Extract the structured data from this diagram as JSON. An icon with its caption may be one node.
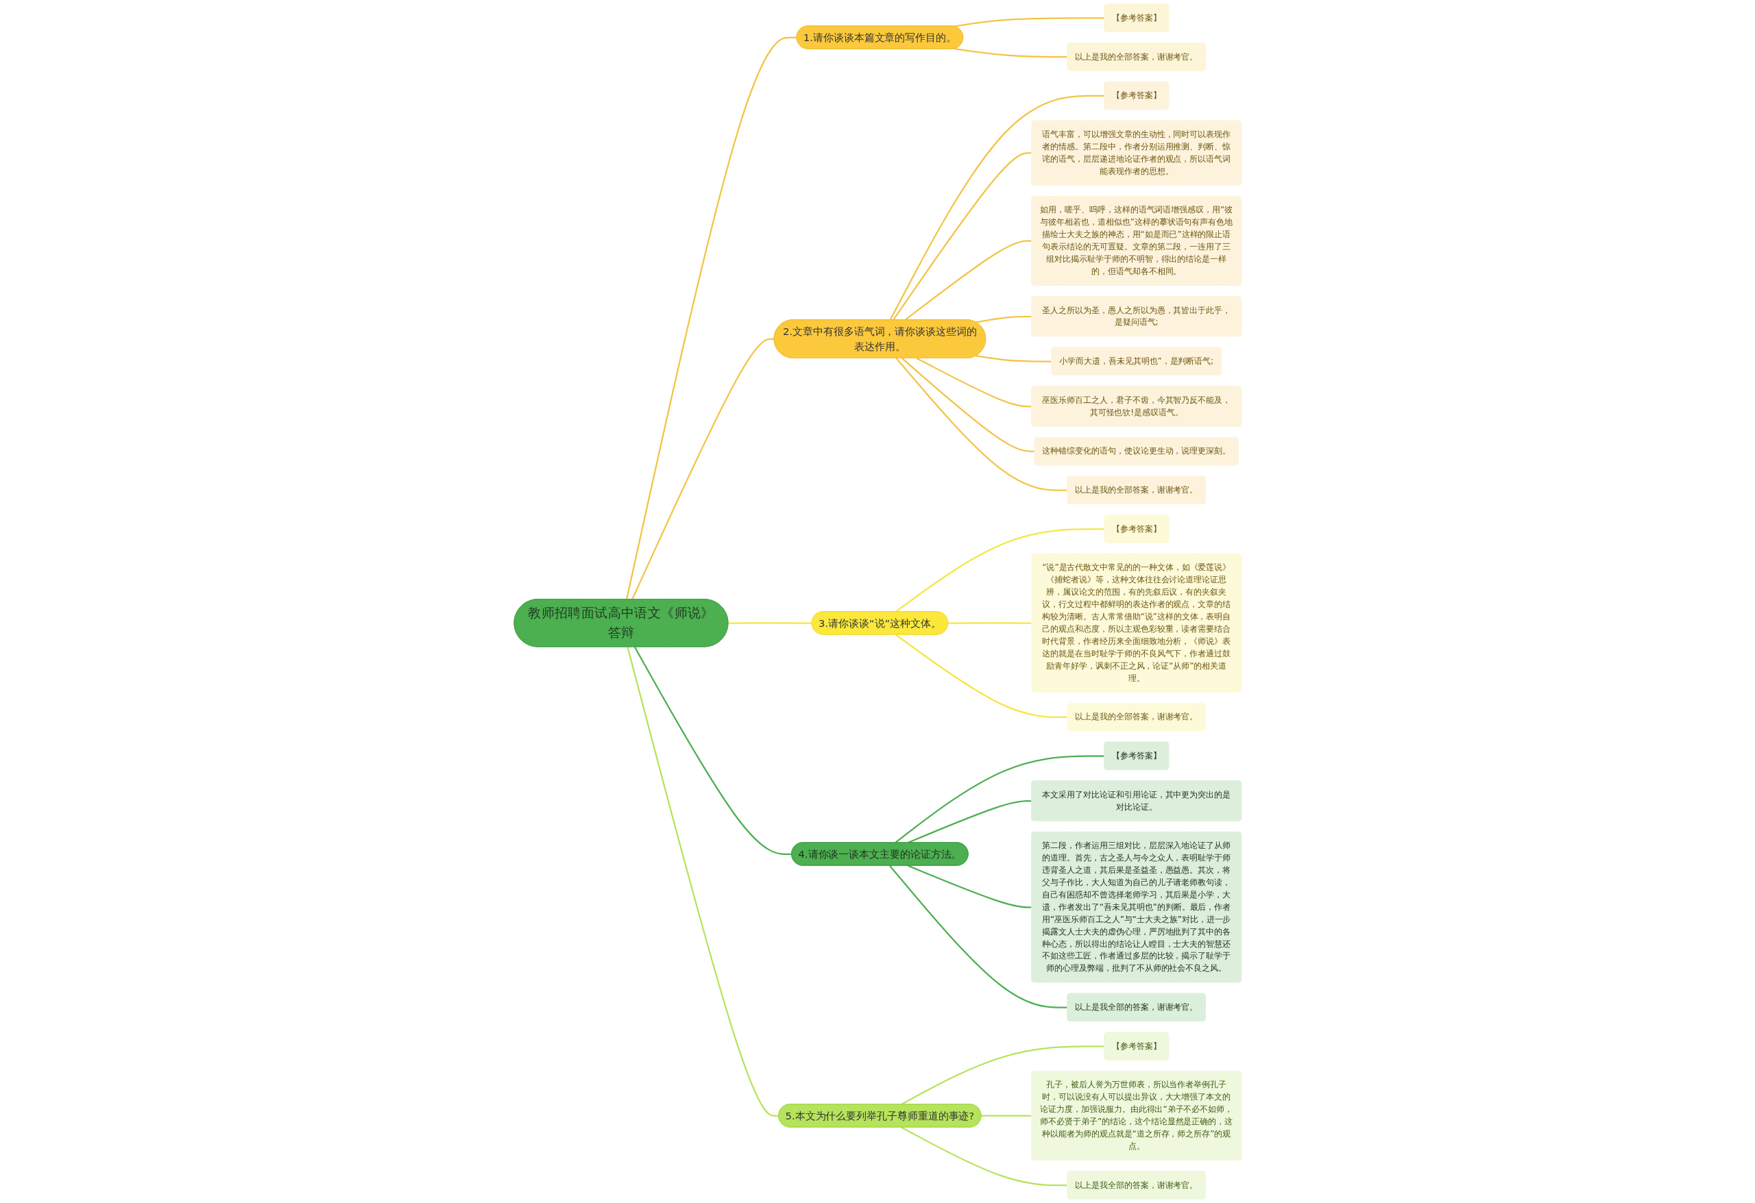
{
  "diagram": {
    "nodes": [
      {
        "text": [
          "教师招聘面试高中语文《师说》答辩"
        ]
      },
      {
        "text": [
          "1.请你谈谈本篇文章的写作目的。"
        ]
      },
      {
        "text": [
          "【参考答案】"
        ]
      },
      {
        "text": [
          "以上是我的全部答案，谢谢考官。"
        ]
      },
      {
        "text": [
          "2.文章中有很多语气词，请你谈谈这些词的表达作用。"
        ]
      },
      {
        "text": [
          "【参考答案】"
        ]
      },
      {
        "text": [
          "语气丰富，可以增强文章的生动性，同时可以表现作者的情感。第二段中，作者分别运用推测、判断、惊诧的语气，层层递进地论证作者的观点，所以语气词能表现作者的思想。"
        ]
      },
      {
        "text": [
          "如用，嗟乎、呜呼，这样的语气词语增强感叹，用“彼与彼年相若也，道相似也”这样的摹状语句有声有色地描绘士大夫之族的神态，用“如是而已”这样的限止语句表示结论的无可置疑。文章的第二段，一连用了三组对比揭示耻学于师的不明智，得出的结论是一样的，但语气却各不相同。"
        ]
      },
      {
        "text": [
          "圣人之所以为圣，愚人之所以为愚，其皆出于此乎，是疑问语气;"
        ]
      },
      {
        "text": [
          "小学而大遗，吾未见其明也”，是判断语气;"
        ]
      },
      {
        "text": [
          "巫医乐师百工之人，君子不齿，今其智乃反不能及，其可怪也欤!是感叹语气。"
        ]
      },
      {
        "text": [
          "这种错综变化的语句，使议论更生动，说理更深刻。"
        ]
      },
      {
        "text": [
          "以上是我的全部答案，谢谢考官。"
        ]
      },
      {
        "text": [
          "3.请你谈谈“说”这种文体。"
        ]
      },
      {
        "text": [
          "【参考答案】"
        ]
      },
      {
        "text": [
          "“说”是古代散文中常见的的一种文体，如《爱莲说》《捕蛇者说》等，这种文体往往会讨论道理论证思辨，属议论文的范围，有的先叙后议，有的夹叙夹议，行文过程中都鲜明的表达作者的观点，文章的结构较为清晰。古人常常借助“说”这样的文体，表明自己的观点和态度，所以主观色彩较重，读者需要结合时代背景，作者经历来全面细致地分析，《师说》表达的就是在当时耻学于师的不良风气下，作者通过鼓励青年好学，讽刺不正之风，论证“从师”的相关道理。"
        ]
      },
      {
        "text": [
          "以上是我的全部答案，谢谢考官。"
        ]
      },
      {
        "text": [
          "4.请你谈一谈本文主要的论证方法。"
        ]
      },
      {
        "text": [
          "【参考答案】"
        ]
      },
      {
        "text": [
          "本文采用了对比论证和引用论证，其中更为突出的是对比论证。"
        ]
      },
      {
        "text": [
          "第二段，作者运用三组对比，层层深入地论证了从师的道理。首先，古之圣人与今之众人，表明耻学于师违背圣人之道，其后果是圣益圣，愚益愚。其次，将父与子作比，大人知道为自己的儿子请老师教句读，自己有困惑却不曾选择老师学习，其后果是小学，大遗，作者发出了“吾未见其明也”的判断。最后，作者用“巫医乐师百工之人”与“士大夫之族”对比，进一步揭露文人士大夫的虚伪心理，严厉地批判了其中的各种心态，所以得出的结论让人瞠目，士大夫的智慧还不如这些工匠，作者通过多层的比较，揭示了耻学于师的心理及弊端，批判了不从师的社会不良之风。"
        ]
      },
      {
        "text": [
          "以上是我全部的答案，谢谢考官。"
        ]
      },
      {
        "text": [
          "5.本文为什么要列举孔子尊师重道的事迹?"
        ]
      },
      {
        "text": [
          "【参考答案】"
        ]
      },
      {
        "text": [
          "孔子，被后人誉为万世师表，所以当作者举例孔子时，可以说没有人可以提出异议，大大增强了本文的论证力度，加强说服力。由此得出“弟子不必不如师，师不必贤于弟子”的结论，这个结论显然是正确的，这种以能者为师的观点就是“道之所存，师之所存”的观点。"
        ]
      },
      {
        "text": [
          "以上是我全部的答案，谢谢考官。"
        ]
      }
    ],
    "edges": [
      {
        "from": 0,
        "to": 1,
        "arrow": "none"
      },
      {
        "from": 1,
        "to": 2,
        "arrow": "none"
      },
      {
        "from": 1,
        "to": 3,
        "arrow": "none"
      },
      {
        "from": 0,
        "to": 4,
        "arrow": "none"
      },
      {
        "from": 4,
        "to": 5,
        "arrow": "none"
      },
      {
        "from": 4,
        "to": 6,
        "arrow": "none"
      },
      {
        "from": 4,
        "to": 7,
        "arrow": "none"
      },
      {
        "from": 4,
        "to": 8,
        "arrow": "none"
      },
      {
        "from": 4,
        "to": 9,
        "arrow": "none"
      },
      {
        "from": 4,
        "to": 10,
        "arrow": "none"
      },
      {
        "from": 4,
        "to": 11,
        "arrow": "none"
      },
      {
        "from": 4,
        "to": 12,
        "arrow": "none"
      },
      {
        "from": 0,
        "to": 13,
        "arrow": "none",
        "color": "#f5e642"
      },
      {
        "from": 13,
        "to": 14,
        "arrow": "none",
        "color": "#f5e642"
      },
      {
        "from": 13,
        "to": 15,
        "arrow": "none",
        "color": "#f5e642"
      },
      {
        "from": 13,
        "to": 16,
        "arrow": "none",
        "color": "#f5e642"
      },
      {
        "from": 0,
        "to": 17,
        "arrow": "none",
        "color": "#4caf50"
      },
      {
        "from": 17,
        "to": 18,
        "arrow": "none",
        "color": "#4caf50"
      },
      {
        "from": 17,
        "to": 19,
        "arrow": "none",
        "color": "#4caf50"
      },
      {
        "from": 17,
        "to": 20,
        "arrow": "none",
        "color": "#4caf50"
      },
      {
        "from": 17,
        "to": 21,
        "arrow": "none",
        "color": "#4caf50"
      },
      {
        "from": 0,
        "to": 22,
        "arrow": "none",
        "color": "#b5e35c"
      },
      {
        "from": 22,
        "to": 23,
        "arrow": "none",
        "color": "#b5e35c"
      },
      {
        "from": 22,
        "to": 24,
        "arrow": "none",
        "color": "#b5e35c"
      },
      {
        "from": 22,
        "to": 25,
        "arrow": "none",
        "color": "#b5e35c"
      }
    ]
  }
}
